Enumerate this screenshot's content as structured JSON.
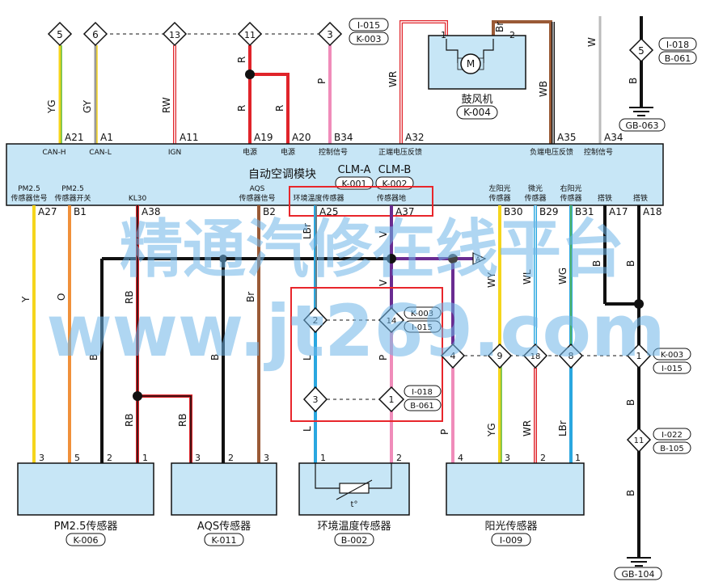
{
  "module": {
    "name": "自动空调模块",
    "codes": [
      "CLM-A",
      "CLM-B"
    ],
    "refs": [
      "K-001",
      "K-002"
    ]
  },
  "top_pins": [
    {
      "pin": "A21",
      "label": "CAN-H"
    },
    {
      "pin": "A1",
      "label": "CAN-L"
    },
    {
      "pin": "A11",
      "label": "IGN"
    },
    {
      "pin": "A19",
      "label": "电源"
    },
    {
      "pin": "A20",
      "label": "电源"
    },
    {
      "pin": "B34",
      "label": "控制信号"
    },
    {
      "pin": "A32",
      "label": "正端电压反馈"
    },
    {
      "pin": "A35",
      "label": "负端电压反馈"
    },
    {
      "pin": "A34",
      "label": "控制信号"
    }
  ],
  "bottom_pins": [
    {
      "pin": "A27",
      "label1": "PM2.5",
      "label2": "传感器信号"
    },
    {
      "pin": "B1",
      "label1": "PM2.5",
      "label2": "传感器开关"
    },
    {
      "pin": "A38",
      "label1": "",
      "label2": "KL30"
    },
    {
      "pin": "B2",
      "label1": "AQS",
      "label2": "传感器信号"
    },
    {
      "pin": "A25",
      "label1": "",
      "label2": "环境温度传感器"
    },
    {
      "pin": "A37",
      "label1": "",
      "label2": "传感器地"
    },
    {
      "pin": "B30",
      "label1": "左阳光",
      "label2": "传感器"
    },
    {
      "pin": "B29",
      "label1": "微光",
      "label2": "传感器"
    },
    {
      "pin": "B31",
      "label1": "右阳光",
      "label2": "传感器"
    },
    {
      "pin": "A17",
      "label1": "",
      "label2": "搭铁"
    },
    {
      "pin": "A18",
      "label1": "",
      "label2": "搭铁"
    }
  ],
  "top_connectors": [
    {
      "num": "5"
    },
    {
      "num": "6"
    },
    {
      "num": "13"
    },
    {
      "num": "11"
    },
    {
      "num": "3"
    }
  ],
  "top_ref": [
    "I-015",
    "K-003"
  ],
  "wire_colors": {
    "top": [
      "YG",
      "GY",
      "RW",
      "R",
      "R",
      "R",
      "P",
      "WR",
      "Br",
      "WB",
      "W",
      "B"
    ],
    "bottom": [
      "Y",
      "O",
      "RB",
      "B",
      "RB",
      "RB",
      "B",
      "Br",
      "LBr",
      "V",
      "V",
      "L",
      "P",
      "L",
      "P",
      "WY",
      "WL",
      "WG",
      "B",
      "B",
      "YG",
      "WR",
      "LBr",
      "B",
      "B"
    ]
  },
  "blower": {
    "name": "鼓风机",
    "ref": "K-004",
    "pins": [
      "1",
      "2"
    ],
    "motor": "M"
  },
  "ground_top": {
    "conn": "5",
    "refs": [
      "I-018",
      "B-061"
    ],
    "ground": "GB-063"
  },
  "ground_bottom": {
    "ground": "GB-104",
    "conn1": "1",
    "conn1_refs": [
      "K-003",
      "I-015"
    ],
    "conn2": "11",
    "conn2_refs": [
      "I-022",
      "B-105"
    ]
  },
  "mid_connectors": {
    "c2": "2",
    "c14": "14",
    "c14_refs": [
      "K-003",
      "I-015"
    ],
    "c3": "3",
    "c1": "1",
    "c1_refs": [
      "I-018",
      "B-061"
    ],
    "c4": "4",
    "c9": "9",
    "c18": "18",
    "c8": "8"
  },
  "components": [
    {
      "name": "PM2.5传感器",
      "ref": "K-006",
      "pins": [
        "3",
        "5",
        "2",
        "1"
      ]
    },
    {
      "name": "AQS传感器",
      "ref": "K-011",
      "pins": [
        "3",
        "2",
        "3"
      ]
    },
    {
      "name": "环境温度传感器",
      "ref": "B-002",
      "pins": [
        "1",
        "2"
      ],
      "symbol": "t°"
    },
    {
      "name": "阳光传感器",
      "ref": "I-009",
      "pins": [
        "4",
        "3",
        "2",
        "1"
      ]
    }
  ],
  "arrow_label": "A",
  "watermark": {
    "line1": "精通汽修在线平台",
    "line2": "www.jt269.com"
  },
  "colors": {
    "module_fill": "#c7e6f6",
    "highlight": "#e8262b",
    "wire_red": "#e0242a",
    "wire_pink": "#f08cba",
    "wire_blue": "#2aa7e0",
    "wire_purple": "#6a2c91",
    "wire_orange": "#f0903a",
    "wire_yellow": "#f5d51c",
    "wire_brown": "#9a5a36"
  }
}
